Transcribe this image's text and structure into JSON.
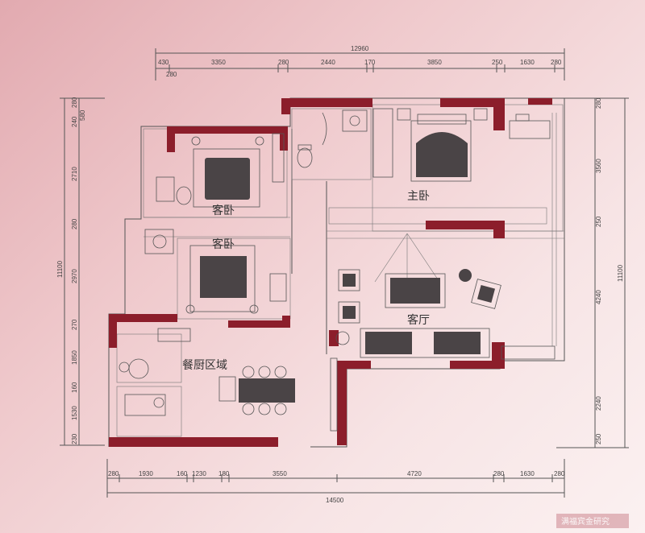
{
  "dimensions": {
    "top_total": "12960",
    "top_row": [
      "430",
      "3350",
      "280",
      "2440",
      "170",
      "3850",
      "250",
      "1630",
      "280"
    ],
    "top_sub": "280",
    "bottom_total": "14500",
    "bottom_row": [
      "280",
      "1930",
      "160",
      "1230",
      "180",
      "3550",
      "4720",
      "280",
      "1630",
      "280"
    ],
    "left_total": "11100",
    "left_col": [
      "280",
      "580",
      "240",
      "2710",
      "280",
      "2970",
      "270",
      "1850",
      "160",
      "1530",
      "230"
    ],
    "right_total": "11100",
    "right_col": [
      "280",
      "3560",
      "250",
      "4240",
      "2240",
      "250"
    ]
  },
  "rooms": {
    "guest_bedroom_1": "客卧",
    "guest_bedroom_2": "客卧",
    "master_bedroom": "主卧",
    "living_room": "客厅",
    "kitchen_dining": "餐厨区域"
  },
  "watermark": "满福宾金研究"
}
